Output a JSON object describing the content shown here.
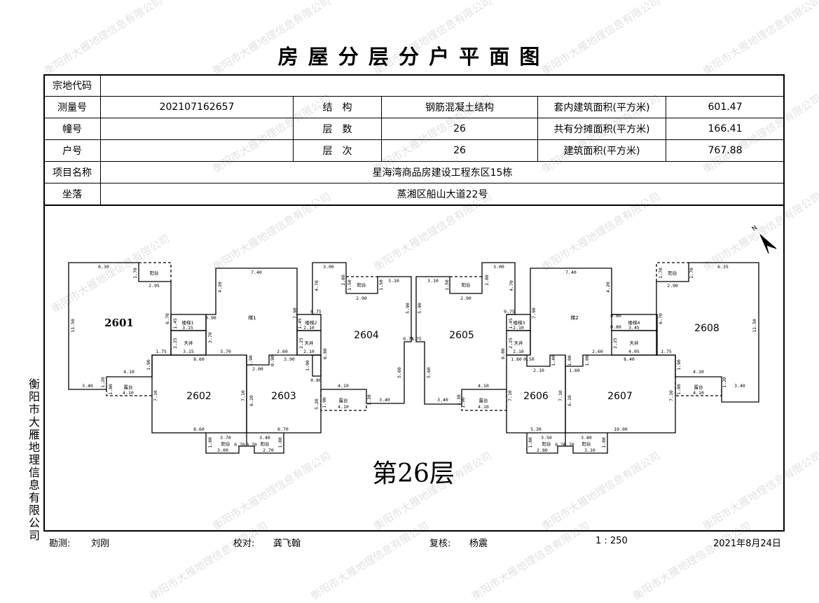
{
  "title": "房 屋 分 层 分 户 平 面 图",
  "info": {
    "land_code_label": "宗地代码",
    "land_code": "",
    "survey_no_label": "测量号",
    "survey_no": "202107162657",
    "structure_label": "结　构",
    "structure": "钢筋混凝土结构",
    "inner_area_label": "套内建筑面积(平方米)",
    "inner_area": "601.47",
    "building_no_label": "幢号",
    "building_no": "",
    "floors_label": "层　数",
    "floors": "26",
    "shared_area_label": "共有分摊面积(平方米)",
    "shared_area": "166.41",
    "unit_no_label": "户号",
    "unit_no": "",
    "floor_label": "层　次",
    "floor": "26",
    "total_area_label": "建筑面积(平方米)",
    "total_area": "767.88",
    "project_label": "项目名称",
    "project": "星海湾商品房建设工程东区15栋",
    "location_label": "坐落",
    "location": "蒸湘区船山大道22号"
  },
  "plan": {
    "north": "N",
    "floor_caption": "第26层",
    "rooms": [
      "2601",
      "2602",
      "2603",
      "2604",
      "2605",
      "2606",
      "2607",
      "2608"
    ],
    "stairs": [
      "梯1",
      "梯2"
    ],
    "dims": [
      "6.30",
      "1.70",
      "阳台",
      "2.95",
      "11.50",
      "6.70",
      "7.40",
      "4.20",
      "7.90",
      "0.90",
      "3.70",
      "1.45",
      "楼梯1",
      "3.15",
      "2.25",
      "天井",
      "3.15",
      "1.75",
      "3.70",
      "2.60",
      "8.60",
      "1.90",
      "4.10",
      "3.40",
      "1.20",
      "1.80",
      "露台",
      "4.10",
      "7.10",
      "7.10",
      "6.20",
      "1.90",
      "2.00",
      "0.90",
      "3.90",
      "1.45",
      "楼梯2",
      "2.10",
      "2.25",
      "天井",
      "2.10",
      "1.90",
      "0.80",
      "6.80",
      "0.75",
      "3.00",
      "4.70",
      "2.80",
      "1.50",
      "阳台",
      "1.50",
      "3.10",
      "2.90",
      "5.90",
      "0.75",
      "5.60",
      "4.10",
      "1.90",
      "露台",
      "4.10",
      "1.30",
      "3.40",
      "5.20",
      "8.60",
      "6.70",
      "1.80",
      "3.70",
      "阳台",
      "3.00",
      "0.70",
      "0.70",
      "2.70",
      "3.40",
      "阳台",
      "1.80",
      "3.00",
      "4.70",
      "2.80",
      "1.50",
      "阳台",
      "3.10",
      "2.90",
      "5.90",
      "0.75",
      "5.60",
      "4.10",
      "3.40",
      "1.30",
      "1.90",
      "露台",
      "4.10",
      "6.80",
      "0.75",
      "1.45",
      "楼梯3",
      "2.10",
      "2.25",
      "天井",
      "2.10",
      "7.40",
      "7.90",
      "4.20",
      "0.80",
      "0.80",
      "楼梯4",
      "3.45",
      "2.25",
      "天井",
      "4.05",
      "2.60",
      "1.75",
      "8.40",
      "1.80",
      "0.50",
      "2.10",
      "1.40",
      "1.00",
      "1.60",
      "1.00",
      "6.70",
      "11.50",
      "6.35",
      "1.70",
      "1.70",
      "阳台",
      "2.90",
      "1.90",
      "4.10",
      "1.20",
      "3.40",
      "1.80",
      "露台",
      "4.10",
      "7.10",
      "7.10",
      "6.10",
      "7.10",
      "5.30",
      "10.00",
      "1.80",
      "3.50",
      "阳台",
      "2.80",
      "0.70",
      "0.70",
      "3.80",
      "阳台",
      "3.10",
      "1.80"
    ]
  },
  "side_text": "衡阳市大雁地理信息有限公司",
  "watermark": "衡阳市大雁地理信息有限公司",
  "footer": {
    "surveyor_label": "勘测:",
    "surveyor": "刘刚",
    "checker_label": "校对:",
    "checker": "龚飞翰",
    "reviewer_label": "复核:",
    "reviewer": "杨震",
    "scale": "1 : 250",
    "date": "2021年8月24日"
  }
}
